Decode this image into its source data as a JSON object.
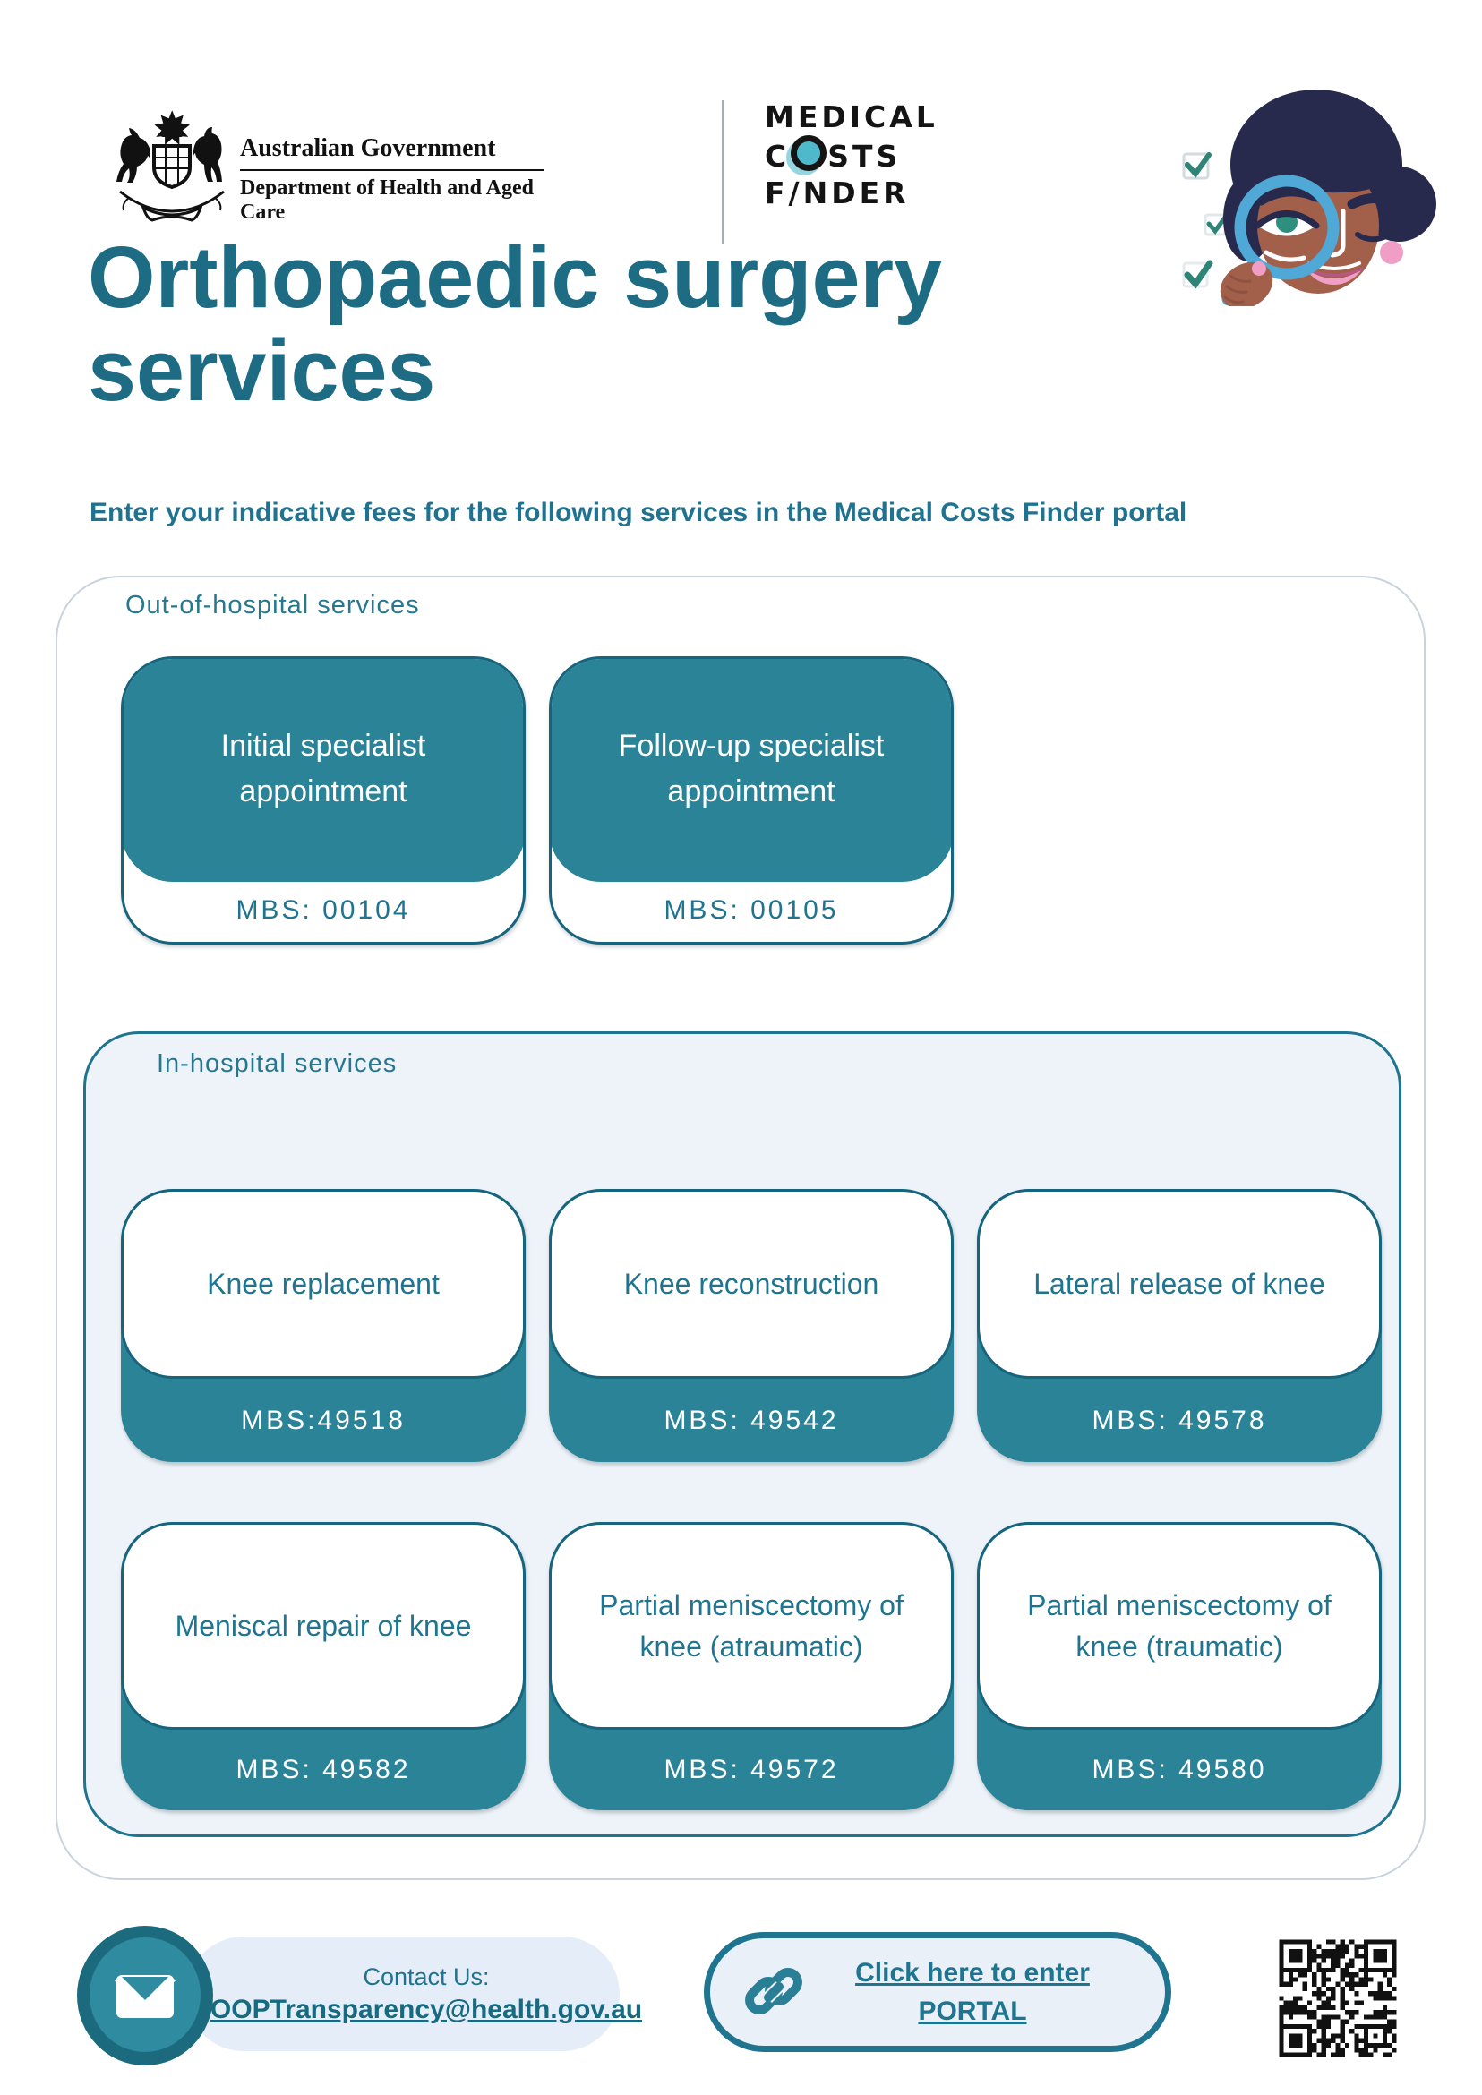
{
  "header": {
    "gov_label": "Australian Government",
    "dept_label": "Department of Health and Aged Care",
    "mcf_logo": {
      "line1": "MEDICAL",
      "line2_pre": "C",
      "line2_post": "STS",
      "line3": "F/NDER"
    }
  },
  "title": "Orthopaedic surgery services",
  "subtitle": "Enter your indicative fees for the following services in the Medical Costs Finder portal",
  "out_of_hospital": {
    "heading": "Out-of-hospital services",
    "cards": [
      {
        "name": "Initial specialist appointment",
        "mbs": "MBS: 00104"
      },
      {
        "name": "Follow-up specialist appointment",
        "mbs": "MBS: 00105"
      }
    ]
  },
  "in_hospital": {
    "heading": "In-hospital services",
    "cards": [
      {
        "name": "Knee replacement",
        "mbs": "MBS:49518"
      },
      {
        "name": "Knee reconstruction",
        "mbs": "MBS: 49542"
      },
      {
        "name": "Lateral release of knee",
        "mbs": "MBS: 49578"
      },
      {
        "name": "Meniscal repair of knee",
        "mbs": "MBS: 49582"
      },
      {
        "name": "Partial meniscectomy of knee (atraumatic)",
        "mbs": "MBS: 49572"
      },
      {
        "name": "Partial meniscectomy of knee (traumatic)",
        "mbs": "MBS: 49580"
      }
    ]
  },
  "footer": {
    "contact_label": "Contact Us:",
    "contact_email": "OOPTransparency@health.gov.au",
    "portal_line1": "Click here to enter",
    "portal_line2": "PORTAL"
  },
  "icons": {
    "coat_of_arms": "australian-coat-of-arms",
    "magnifier_illustration": "woman-with-magnifying-glass",
    "envelope": "envelope-icon",
    "chain": "link-chain-icon",
    "qr": "qr-code"
  },
  "colors": {
    "teal_fill": "#2B8398",
    "teal_dark": "#17657C",
    "teal_text": "#1F7590",
    "title_teal": "#1E6C84",
    "light_panel": "#EDF3F9",
    "pill_bg": "#E5EEF8",
    "logo_lens": "#4FB9CC",
    "illustration_blue": "#4FA8D5"
  }
}
